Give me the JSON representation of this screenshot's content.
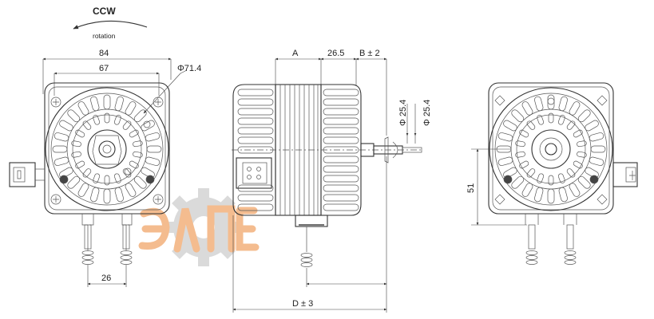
{
  "rotation": {
    "direction": "CCW",
    "label": "rotation"
  },
  "front_view": {
    "width_label": "84",
    "hole_spacing_label": "67",
    "diameter_label": "Φ71.4",
    "bracket_spacing_label": "26"
  },
  "side_view": {
    "length_a": "A",
    "length_shaft": "26.5",
    "length_b": "B ± 2",
    "shaft_dia_1": "Φ 25.4",
    "shaft_dia_2": "Φ 25.4",
    "overall_length": "D ± 3"
  },
  "rear_view": {
    "height_label": "51"
  },
  "colors": {
    "line": "#333333",
    "watermark_gear": "#cccccc",
    "watermark_text": "#f2b27a"
  }
}
